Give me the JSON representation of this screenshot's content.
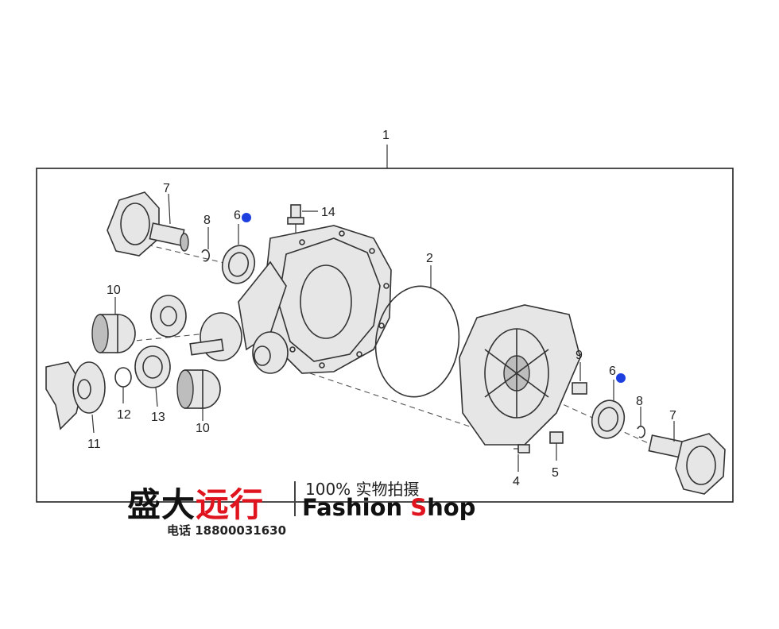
{
  "callouts": {
    "c1": "1",
    "c2": "2",
    "c4": "4",
    "c5": "5",
    "c6a": "6",
    "c6b": "6",
    "c7a": "7",
    "c7b": "7",
    "c8a": "8",
    "c8b": "8",
    "c9": "9",
    "c10a": "10",
    "c10b": "10",
    "c11": "11",
    "c12": "12",
    "c13": "13",
    "c14": "14"
  },
  "watermark": {
    "brand_black": "盛大",
    "brand_red": "远行",
    "tagline": "100% 实物拍摄",
    "shop_pre": "Fashion ",
    "shop_s": "S",
    "shop_post": "hop",
    "phone": "电话 18800031630"
  },
  "colors": {
    "marker": "#1e3fe0",
    "brand_red": "#e0141e"
  }
}
